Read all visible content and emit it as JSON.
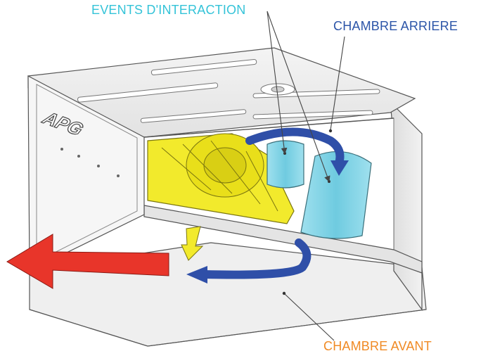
{
  "labels": {
    "events": "EVENTS D'INTERACTION",
    "rear_chamber": "CHAMBRE ARRIERE",
    "front_chamber": "CHAMBRE AVANT"
  },
  "brand": "APG",
  "colors": {
    "events_label": "#34c3d8",
    "rear_label": "#2c55a8",
    "front_label": "#f08a24",
    "speaker": "#f2ea2c",
    "ports": "#7fd3e4",
    "blue_arrow": "#2f4fa8",
    "red_arrow": "#e8352a",
    "cabinet_line": "#555555"
  }
}
